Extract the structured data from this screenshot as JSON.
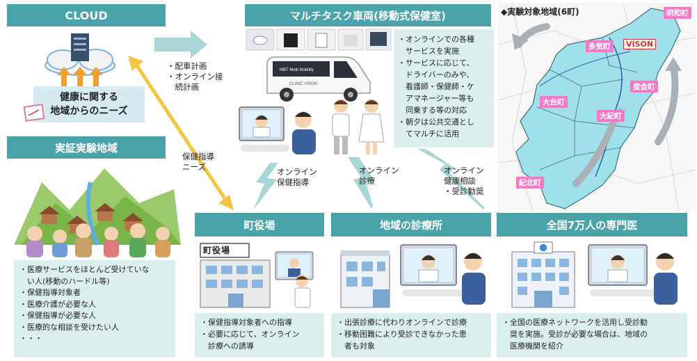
{
  "cloud": {
    "title": "CLOUD",
    "needs_line1": "健康に関する",
    "needs_line2": "地域からのニーズ"
  },
  "vehicle": {
    "title": "マルチタスク車両(移動式保健室)",
    "van_text1": "MBT Multi Mobility",
    "van_text2": "CLINIC VISON",
    "notes": [
      "・オンラインでの各種",
      "　サービスを実施",
      "・サービスに応じて、",
      "　ドライバーのみや、",
      "　看護師・保健師・ケ",
      "　アマネージャー等も",
      "　同乗する等の対応",
      "・朝夕は公共交通とし",
      "　てマルチに活用"
    ]
  },
  "dispatch": {
    "items": [
      "・配車計画",
      "・オンライン接",
      "　続計画"
    ]
  },
  "health_guidance_needs": [
    "保健指導",
    "ニーズ"
  ],
  "map": {
    "title": "◆実験対象地域(6町)",
    "towns": [
      "明和町",
      "多気町",
      "度会町",
      "大台町",
      "大紀町",
      "紀北町"
    ],
    "marker": "VISON"
  },
  "area": {
    "title": "実証実験地域",
    "notes": [
      "・医療サービスをほとんど受けていな",
      "　い人(移動のハードル等)",
      "・保健指導対象者",
      "・医療介護が必要な人",
      "・保健指導が必要な人",
      "・医療的な相談を受けたい人",
      "・・・"
    ]
  },
  "links": {
    "online_guidance": [
      "オンライン",
      "保健指導"
    ],
    "online_clinic": [
      "オンライン",
      "診療"
    ],
    "online_consult": [
      "オンライン",
      "健康相談",
      "・受診勧奨"
    ]
  },
  "townhall": {
    "title": "町役場",
    "sign": "町役場",
    "notes": [
      "・保健指導対象者への指導",
      "・必要に応じて、オンライン",
      "　診療への誘導"
    ]
  },
  "clinic": {
    "title": "地域の診療所",
    "notes": [
      "・出張診療に代わりオンラインで診療",
      "・移動困難により受診できなかった患",
      "　者も対象"
    ]
  },
  "specialists": {
    "title": "全国7万人の専門医",
    "notes": [
      "・全国の医療ネットワークを活用し受診勧",
      "　奨を実施。受診が必要な場合は、地域の",
      "　医療機関を紹介"
    ]
  },
  "colors": {
    "header": "#4aa3a8",
    "note_bg": "#dcefef",
    "arrow_yellow": "#f5c542",
    "arrow_teal": "#6fb8b8",
    "map_region": "#9fe0ea",
    "town_label": "#f07cc8"
  }
}
